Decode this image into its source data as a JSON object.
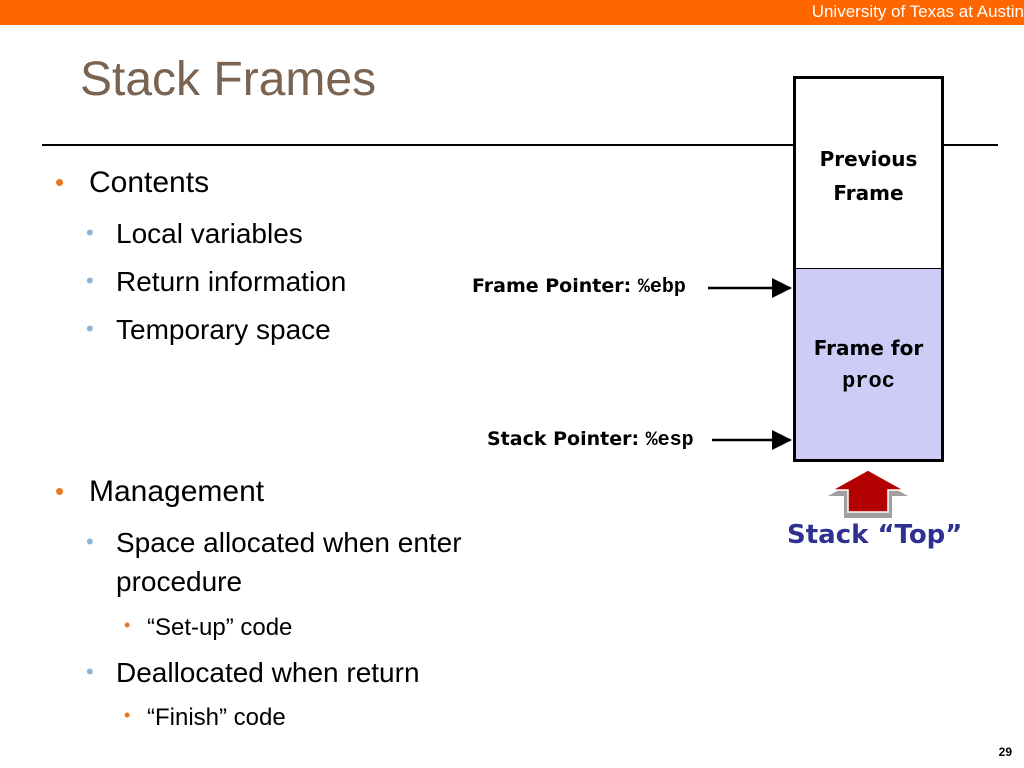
{
  "header": {
    "university": "University of Texas at Austin"
  },
  "slide": {
    "title": "Stack Frames",
    "page_number": "29"
  },
  "bullets": {
    "contents": "Contents",
    "local_variables": "Local variables",
    "return_information": "Return information",
    "temporary_space": "Temporary space",
    "management": "Management",
    "space_allocated_1": "Space allocated when enter",
    "space_allocated_2": "procedure",
    "setup_code": "“Set-up” code",
    "deallocated": "Deallocated when return",
    "finish_code": "“Finish” code"
  },
  "diagram": {
    "previous_frame_line1": "Previous",
    "previous_frame_line2": "Frame",
    "frame_for_line1": "Frame for",
    "frame_for_line2": "proc",
    "frame_pointer_label": "Frame Pointer: ",
    "frame_pointer_reg": "%ebp",
    "stack_pointer_label": "Stack Pointer: ",
    "stack_pointer_reg": "%esp",
    "stack_top_label": "Stack “Top”"
  },
  "colors": {
    "header_bar": "#ff6600",
    "title_text": "#7a6350",
    "frame_fill": "#ccccf6",
    "arrow_up": "#b30000",
    "stack_top_text": "#2e3192"
  }
}
